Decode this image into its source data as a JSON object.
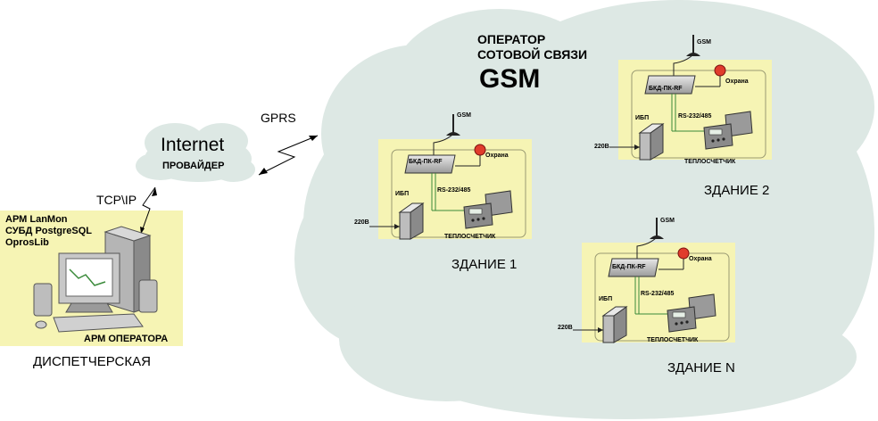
{
  "gsm_operator": {
    "line1": "ОПЕРАТОР",
    "line2": "СОТОВОЙ СВЯЗИ",
    "title": "GSM"
  },
  "internet": {
    "title": "Internet",
    "subtitle": "ПРОВАЙДЕР"
  },
  "links": {
    "gprs": "GPRS",
    "tcpip": "TCP\\IP"
  },
  "dispatch": {
    "software": [
      "АРМ LanMon",
      "СУБД PostgreSQL",
      "OprosLib"
    ],
    "workstation": "АРМ ОПЕРАТОРА",
    "caption": "ДИСПЕТЧЕРСКАЯ"
  },
  "node_labels": {
    "antenna": "GSM",
    "controller": "БКД-ПК-RF",
    "alarm": "Охрана",
    "ups": "ИБП",
    "interface": "RS-232/485",
    "power": "220В",
    "meter": "ТЕПЛОСЧЕТЧИК"
  },
  "buildings": [
    "ЗДАНИЕ 1",
    "ЗДАНИЕ 2",
    "ЗДАНИЕ N"
  ],
  "colors": {
    "cloud": "#dde8e4",
    "panel": "#f6f4b4",
    "alarm": "#e03c2c",
    "wire": "#3a8a3a"
  }
}
